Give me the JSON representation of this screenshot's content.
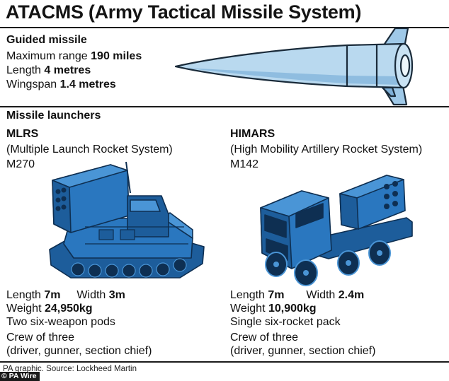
{
  "title": "ATACMS (Army Tactical Missile System)",
  "missile": {
    "heading": "Guided missile",
    "range_label": "Maximum range",
    "range_value": "190 miles",
    "length_label": "Length",
    "length_value": "4 metres",
    "wingspan_label": "Wingspan",
    "wingspan_value": "1.4 metres"
  },
  "launchers_heading": "Missile launchers",
  "mlrs": {
    "name": "MLRS",
    "full_name": "(Multiple Launch Rocket System)",
    "model": "M270",
    "length_label": "Length",
    "length_value": "7m",
    "width_label": "Width",
    "width_value": "3m",
    "weight_label": "Weight",
    "weight_value": "24,950kg",
    "pods": "Two six-weapon pods",
    "crew": "Crew of three",
    "crew_detail": "(driver, gunner, section chief)"
  },
  "himars": {
    "name": "HIMARS",
    "full_name": "(High Mobility Artillery Rocket System)",
    "model": "M142",
    "length_label": "Length",
    "length_value": "7m",
    "width_label": "Width",
    "width_value": "2.4m",
    "weight_label": "Weight",
    "weight_value": "10,900kg",
    "pods": "Single six-rocket pack",
    "crew": "Crew of three",
    "crew_detail": "(driver, gunner, section chief)"
  },
  "credit": {
    "source": "PA graphic. Source: Lockheed Martin",
    "agency": "© PA Wire"
  },
  "colors": {
    "missile_fill": "#b9d9ef",
    "vehicle_dark": "#1d5d9b",
    "vehicle_mid": "#2a77bf",
    "vehicle_light": "#4a95d6"
  }
}
